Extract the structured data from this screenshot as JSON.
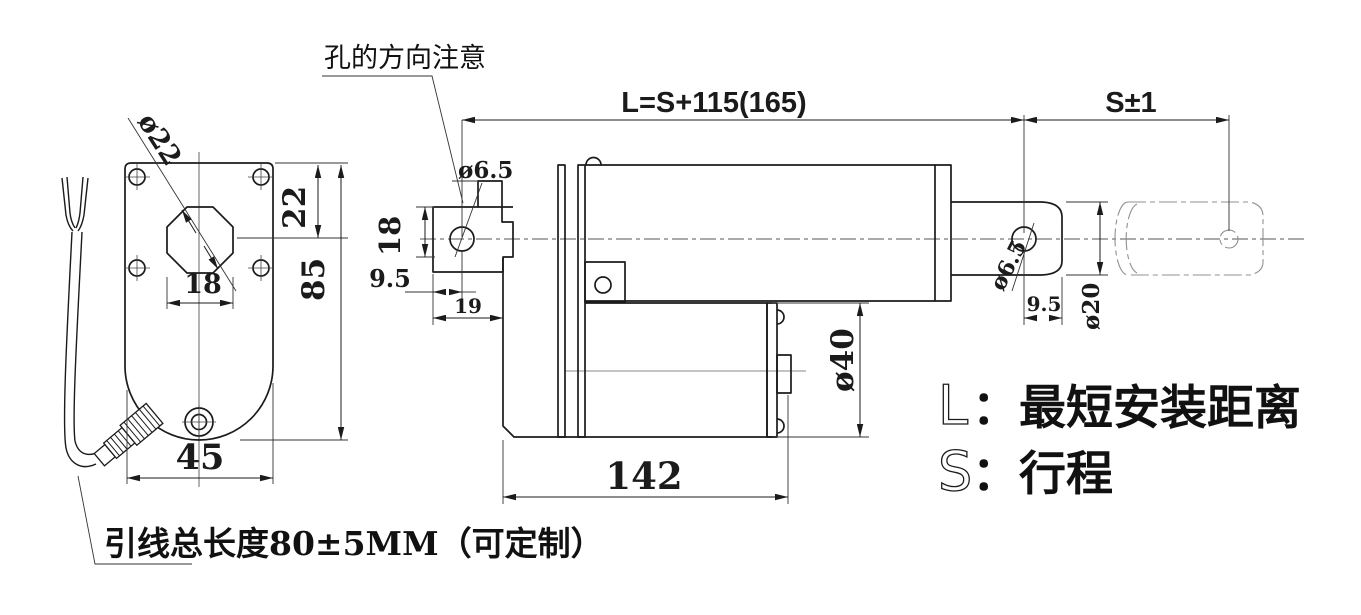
{
  "colors": {
    "line": "#1b1b1b",
    "background": "#ffffff",
    "phantom": "#909090"
  },
  "callout": {
    "note": "孔的方向注意"
  },
  "dims": {
    "overall": "L=S+115(165)",
    "stroke": "S±1",
    "rear_hole": "ø6.5",
    "rear_height": "18",
    "rear_offset": "9.5",
    "rear_width": "19",
    "body_length": "142",
    "motor_dia": "ø40",
    "front_hole": "ø6.5",
    "front_offset": "9.5",
    "rod_dia": "ø20",
    "center_hole": "ø22",
    "plate_offset": "22",
    "housing_height": "85",
    "cutout_width": "18",
    "housing_width": "45"
  },
  "legend": {
    "l_symbol": "L",
    "l_label": "：最短安装距离",
    "s_symbol": "S",
    "s_label": "：行程"
  },
  "notes": {
    "wire": "引线总长度80±5MM（可定制）"
  }
}
